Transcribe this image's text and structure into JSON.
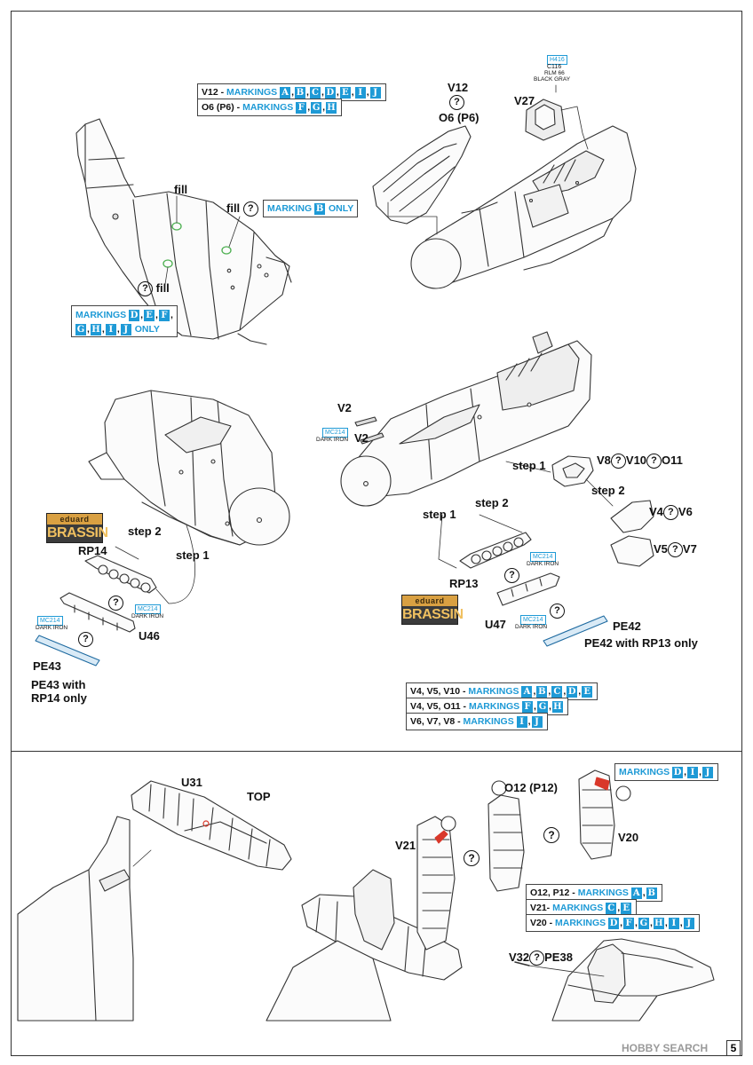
{
  "page": {
    "number": "5",
    "watermark": "HOBBY SEARCH"
  },
  "colors": {
    "marking_blue": "#1e9ad6",
    "line": "#333333",
    "green_ring": "#4caf50",
    "red_strip": "#d9382a"
  },
  "top_left": {
    "box1": {
      "prefix": "V12 - ",
      "word": "MARKINGS",
      "letters": [
        "A",
        "B",
        "C",
        "D",
        "E",
        "I",
        "J"
      ]
    },
    "box2": {
      "prefix": "O6 (P6) - ",
      "word": "MARKINGS",
      "letters": [
        "F",
        "G",
        "H"
      ]
    },
    "fill1": "fill",
    "fill2": "fill",
    "fill3": "fill",
    "marking_b": {
      "word": "MARKING",
      "letter": "B",
      "suffix": "ONLY"
    },
    "markings_multi": {
      "word": "MARKINGS",
      "row1": [
        "D",
        "E",
        "F"
      ],
      "row2": [
        "G",
        "H",
        "I",
        "J"
      ],
      "suffix": "ONLY"
    },
    "question": "?"
  },
  "top_right": {
    "v12": "V12",
    "o6": "O6 (P6)",
    "v27": "V27",
    "paint_h": "H416",
    "paint_c": "C116",
    "paint_rlm": "RLM 66",
    "paint_name": "BLACK GRAY"
  },
  "mid_left": {
    "brassin_top": "eduard",
    "brassin_bottom": "BRASSIN",
    "step2": "step 2",
    "step1": "step 1",
    "rp14": "RP14",
    "mc214_a": "MC214",
    "dark_iron_a": "DARK IRON",
    "mc214_b": "MC214",
    "dark_iron_b": "DARK IRON",
    "u46": "U46",
    "pe43": "PE43",
    "pe43_note1": "PE43 with",
    "pe43_note2": "RP14 only"
  },
  "mid_right": {
    "v2a": "V2",
    "v2b": "V2",
    "mc214_c": "MC214",
    "dark_iron_c": "DARK IRON",
    "step1a": "step 1",
    "v8_row": {
      "a": "V8",
      "b": "V10",
      "c": "O11"
    },
    "step2a": "step 2",
    "v4_row": {
      "a": "V4",
      "b": "V6"
    },
    "v5_row": {
      "a": "V5",
      "b": "V7"
    },
    "step2b": "step 2",
    "step1b": "step 1",
    "mc214_d": "MC214",
    "dark_iron_d": "DARK IRON",
    "rp13": "RP13",
    "brassin_top": "eduard",
    "brassin_bottom": "BRASSIN",
    "mc214_e": "MC214",
    "dark_iron_e": "DARK IRON",
    "u47": "U47",
    "pe42": "PE42",
    "pe42_note": "PE42 with RP13 only",
    "table": [
      {
        "prefix": "V4, V5, V10 - ",
        "word": "MARKINGS",
        "letters": [
          "A",
          "B",
          "C",
          "D",
          "E"
        ]
      },
      {
        "prefix": "V4, V5, O11 - ",
        "word": "MARKINGS",
        "letters": [
          "F",
          "G",
          "H"
        ]
      },
      {
        "prefix": "V6, V7, V8 - ",
        "word": "MARKINGS",
        "letters": [
          "I",
          "J"
        ]
      }
    ]
  },
  "bottom": {
    "u31": "U31",
    "top": "TOP",
    "o12": "O12 (P12)",
    "v21": "V21",
    "v20": "V20",
    "markings_dij": {
      "word": "MARKINGS",
      "letters": [
        "D",
        "I",
        "J"
      ]
    },
    "table": [
      {
        "prefix": "O12, P12 - ",
        "word": "MARKINGS",
        "letters": [
          "A",
          "B"
        ]
      },
      {
        "prefix": "V21- ",
        "word": "MARKINGS",
        "letters": [
          "C",
          "E"
        ]
      },
      {
        "prefix": "V20 - ",
        "word": "MARKINGS",
        "letters": [
          "D",
          "F",
          "G",
          "H",
          "I",
          "J"
        ]
      }
    ],
    "v32": "V32",
    "pe38": "PE38"
  }
}
